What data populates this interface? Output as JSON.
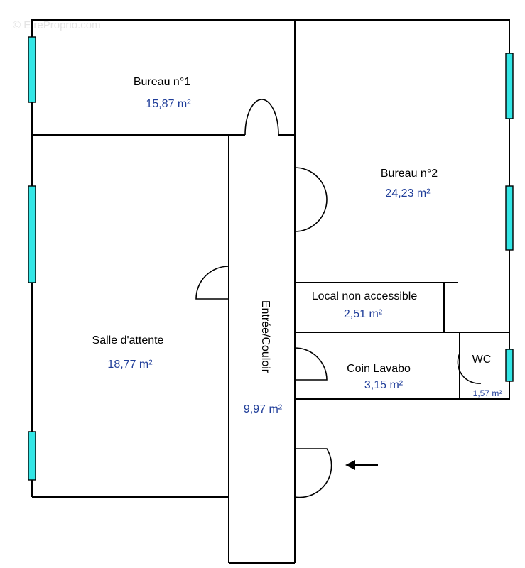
{
  "watermark": "© EtreProprio.com",
  "rooms": {
    "bureau1": {
      "name": "Bureau n°1",
      "area": "15,87  m²"
    },
    "bureau2": {
      "name": "Bureau n°2",
      "area": "24,23  m²"
    },
    "salle": {
      "name": "Salle d'attente",
      "area": "18,77  m²"
    },
    "couloir": {
      "name": "Entrée/Couloir",
      "area": "9,97  m²"
    },
    "local": {
      "name": "Local non accessible",
      "area": "2,51  m²"
    },
    "lavabo": {
      "name": "Coin Lavabo",
      "area": "3,15  m²"
    },
    "wc": {
      "name": "WC",
      "area": "1,57  m²"
    }
  },
  "colors": {
    "wall": "#000000",
    "window": "#33e6e6",
    "area_text": "#1f3d99"
  },
  "icons": {
    "entry_arrow": "arrow-left-icon"
  }
}
